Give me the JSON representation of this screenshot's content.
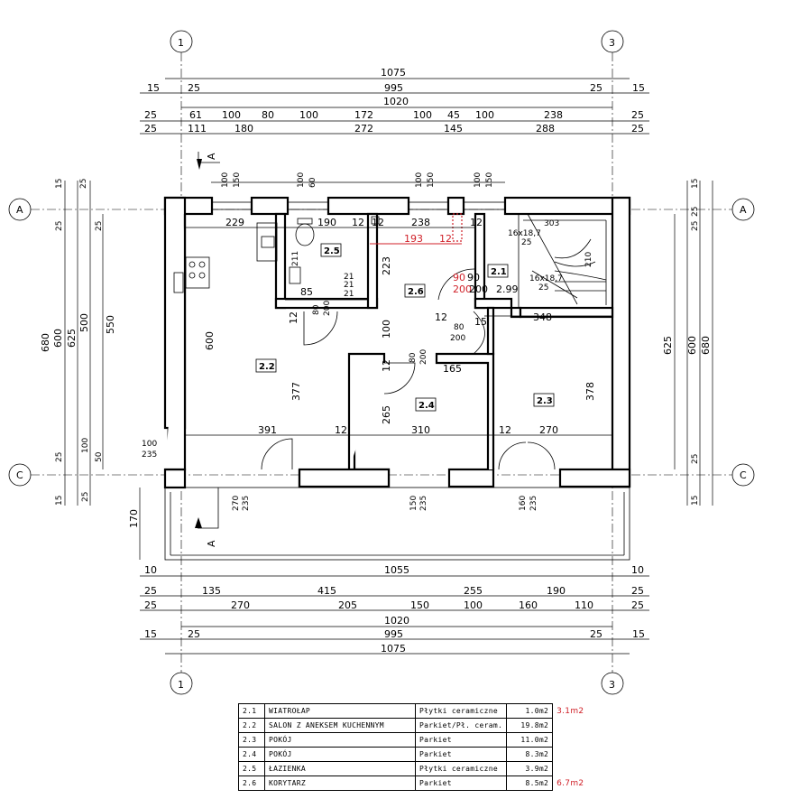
{
  "axes": {
    "grid_1": "1",
    "grid_3": "3",
    "grid_A": "A",
    "grid_C": "C",
    "section": "A"
  },
  "top_dims": {
    "row1": [
      "1075"
    ],
    "row2": [
      "15",
      "25",
      "995",
      "25",
      "15"
    ],
    "row3": [
      "1020"
    ],
    "row4": [
      "25",
      "61",
      "100",
      "80",
      "100",
      "172",
      "100",
      "45",
      "100",
      "238",
      "25"
    ],
    "row5": [
      "25",
      "111",
      "180",
      "272",
      "145",
      "288",
      "25"
    ],
    "openings": [
      "100",
      "150",
      "100",
      "60",
      "100",
      "150",
      "100",
      "150"
    ]
  },
  "bottom_dims": {
    "row1": [
      "10",
      "1055",
      "10"
    ],
    "row2": [
      "25",
      "135",
      "415",
      "255",
      "190",
      "25"
    ],
    "row3": [
      "25",
      "270",
      "205",
      "150",
      "100",
      "160",
      "110",
      "25"
    ],
    "row4": [
      "1020"
    ],
    "row5": [
      "15",
      "25",
      "995",
      "25",
      "15"
    ],
    "row6": [
      "1075"
    ]
  },
  "left_dims": [
    "15",
    "25",
    "25",
    "25",
    "500",
    "550",
    "625",
    "600",
    "680",
    "100",
    "50",
    "25",
    "15",
    "25",
    "170"
  ],
  "right_dims": [
    "15",
    "25",
    "25",
    "625",
    "600",
    "680",
    "25",
    "15"
  ],
  "interior_dims": {
    "d229": "229",
    "d190": "190",
    "d12a": "12",
    "d238": "238",
    "d12b": "12",
    "d303": "303",
    "d193": "193",
    "d12r": "12",
    "d223": "223",
    "d211": "211",
    "d85": "85",
    "d21a": "21",
    "d21b": "21",
    "d21c": "21",
    "d12c": "12",
    "d80a": "80",
    "d200a": "200",
    "d600": "600",
    "d377": "377",
    "d100": "100",
    "d90a": "90",
    "d90b": "90",
    "d200b": "200",
    "d200c": "200",
    "d299": "2.99",
    "d348": "348",
    "d80b": "80",
    "d200d": "200",
    "d12d": "12",
    "d80c": "80",
    "d200e": "200",
    "d165": "165",
    "d12e": "12",
    "d265": "265",
    "d378": "378",
    "d391": "391",
    "d12f": "12",
    "d310": "310",
    "d12g": "12",
    "d270a": "270",
    "d100b": "100",
    "d235a": "235",
    "d270b": "270",
    "d235b": "235",
    "d150": "150",
    "d235c": "235",
    "d160": "160",
    "d235d": "235",
    "d210": "210",
    "d15a": "15",
    "d12h": "12",
    "stair1": "16x18,7",
    "stair1b": "25",
    "stair2": "16x18,7",
    "stair2b": "25"
  },
  "room_labels": {
    "r21": "2.1",
    "r22": "2.2",
    "r23": "2.3",
    "r24": "2.4",
    "r25": "2.5",
    "r26": "2.6"
  },
  "legend": [
    {
      "code": "2.1",
      "name": "WIATROŁAP",
      "material": "Płytki ceramiczne",
      "area": "1.0m2",
      "extra": "3.1m2"
    },
    {
      "code": "2.2",
      "name": "SALON Z ANEKSEM KUCHENNYM",
      "material": "Parkiet/Pł. ceram.",
      "area": "19.8m2",
      "extra": ""
    },
    {
      "code": "2.3",
      "name": "POKÓJ",
      "material": "Parkiet",
      "area": "11.0m2",
      "extra": ""
    },
    {
      "code": "2.4",
      "name": "POKÓJ",
      "material": "Parkiet",
      "area": "8.3m2",
      "extra": ""
    },
    {
      "code": "2.5",
      "name": "ŁAZIENKA",
      "material": "Płytki ceramiczne",
      "area": "3.9m2",
      "extra": ""
    },
    {
      "code": "2.6",
      "name": "KORYTARZ",
      "material": "Parkiet",
      "area": "8.5m2",
      "extra": "6.7m2"
    }
  ]
}
